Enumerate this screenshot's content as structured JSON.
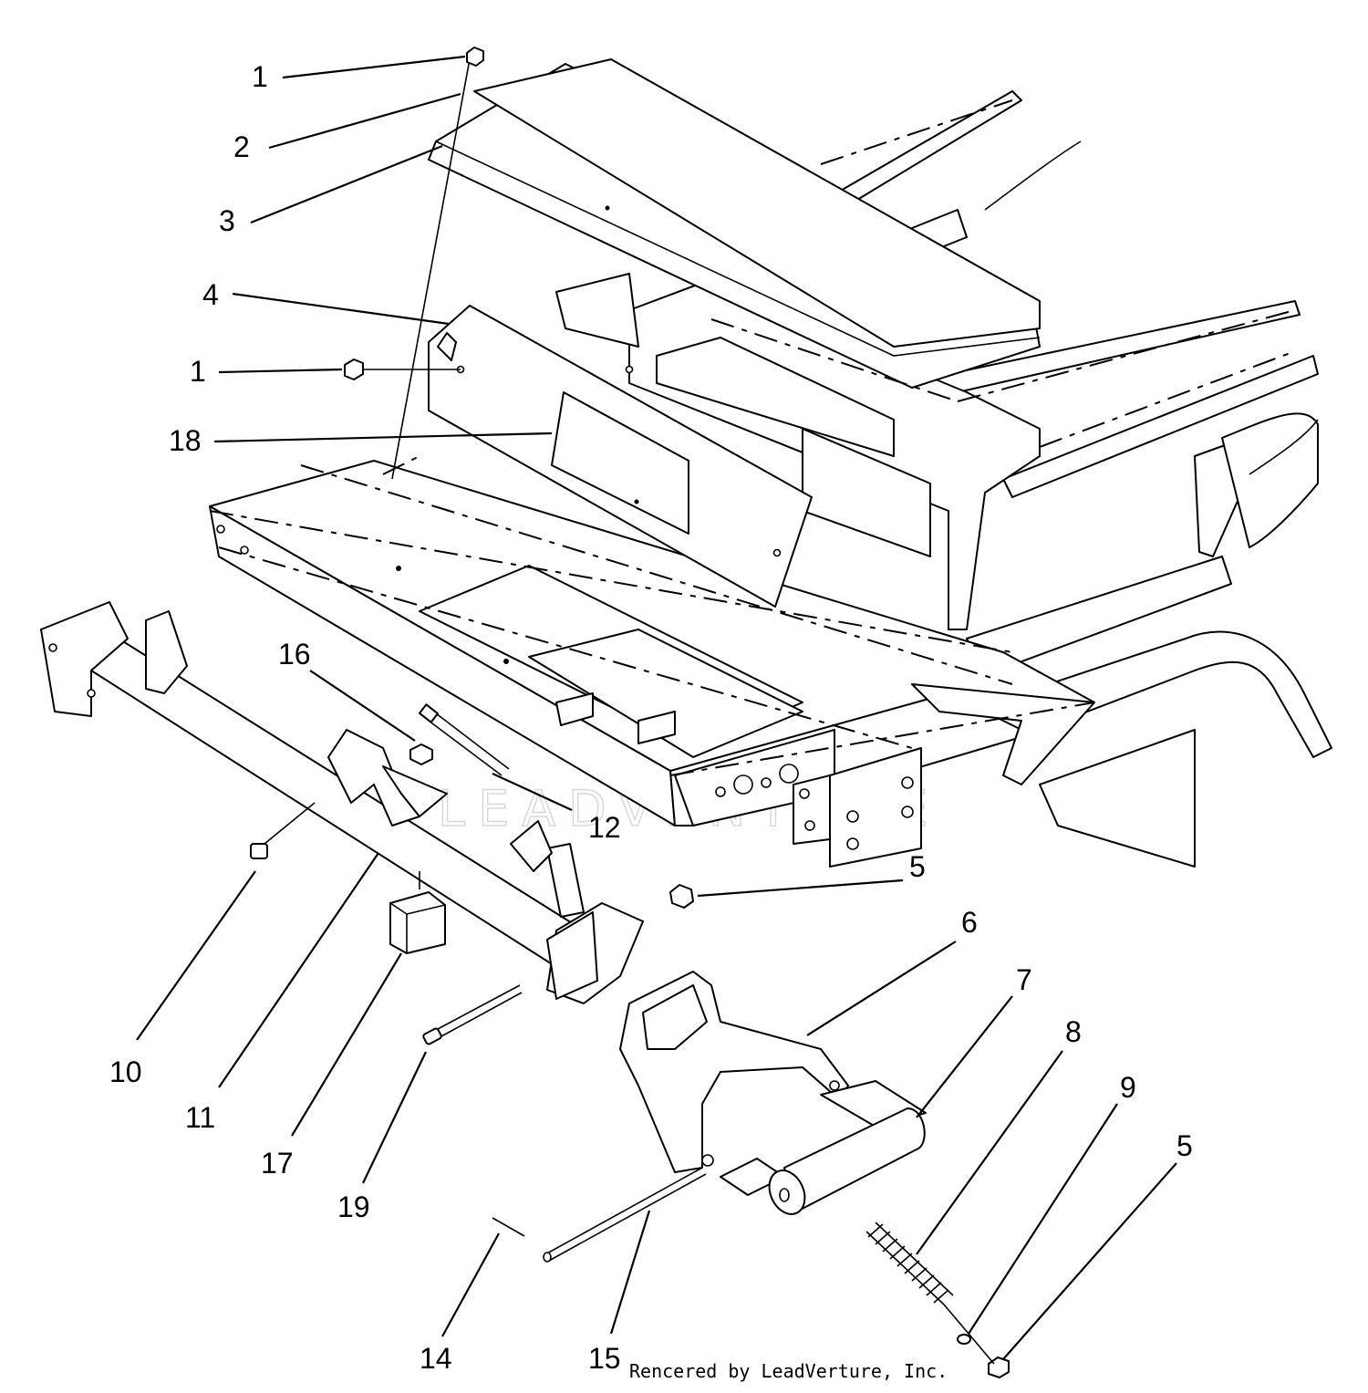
{
  "callouts": [
    {
      "label": "1"
    },
    {
      "label": "2"
    },
    {
      "label": "3"
    },
    {
      "label": "4"
    },
    {
      "label": "1"
    },
    {
      "label": "18"
    },
    {
      "label": "16"
    },
    {
      "label": "12"
    },
    {
      "label": "5"
    },
    {
      "label": "6"
    },
    {
      "label": "7"
    },
    {
      "label": "8"
    },
    {
      "label": "9"
    },
    {
      "label": "5"
    },
    {
      "label": "10"
    },
    {
      "label": "11"
    },
    {
      "label": "17"
    },
    {
      "label": "19"
    },
    {
      "label": "14"
    },
    {
      "label": "15"
    }
  ],
  "watermark": "LEADVENTURE",
  "credit": "Rencered by LeadVerture, Inc."
}
